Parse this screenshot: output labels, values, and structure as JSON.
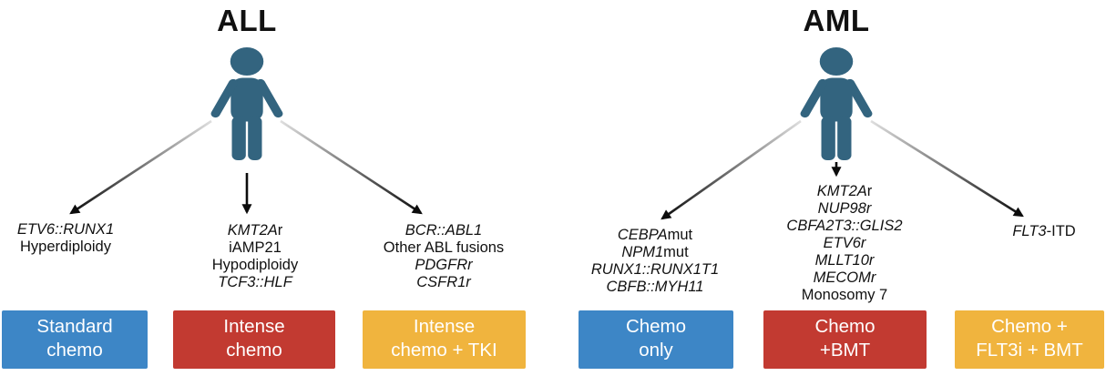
{
  "colors": {
    "blue": "#3d86c6",
    "red": "#c23a31",
    "yellow": "#f0b43e",
    "figure": "#33647f",
    "text": "#111111",
    "box_text": "#ffffff"
  },
  "sections": [
    {
      "id": "all",
      "title": "ALL",
      "person_icon": "patient-figure-icon",
      "columns": [
        {
          "genes": [
            [
              {
                "t": "ETV6::RUNX1",
                "i": true
              }
            ],
            [
              {
                "t": "Hyperdiploidy",
                "i": false
              }
            ]
          ],
          "box": {
            "color": "blue",
            "lines": [
              "Standard",
              "chemo"
            ]
          }
        },
        {
          "genes": [
            [
              {
                "t": "KMT2A",
                "i": true
              },
              {
                "t": "r",
                "i": false
              }
            ],
            [
              {
                "t": "iAMP21",
                "i": false
              }
            ],
            [
              {
                "t": "Hypodiploidy",
                "i": false
              }
            ],
            [
              {
                "t": "TCF3::HLF",
                "i": true
              }
            ]
          ],
          "box": {
            "color": "red",
            "lines": [
              "Intense",
              "chemo"
            ]
          }
        },
        {
          "genes": [
            [
              {
                "t": "BCR::ABL1",
                "i": true
              }
            ],
            [
              {
                "t": "Other ABL fusions",
                "i": false
              }
            ],
            [
              {
                "t": "PDGFRr",
                "i": true
              }
            ],
            [
              {
                "t": "CSFR1r",
                "i": true
              }
            ]
          ],
          "box": {
            "color": "yellow",
            "lines": [
              "Intense",
              "chemo + TKI"
            ]
          }
        }
      ]
    },
    {
      "id": "aml",
      "title": "AML",
      "person_icon": "patient-figure-icon",
      "columns": [
        {
          "genes": [
            [
              {
                "t": "CEBPA",
                "i": true
              },
              {
                "t": "mut",
                "i": false
              }
            ],
            [
              {
                "t": "NPM1",
                "i": true
              },
              {
                "t": "mut",
                "i": false
              }
            ],
            [
              {
                "t": "RUNX1::RUNX1T1",
                "i": true
              }
            ],
            [
              {
                "t": "CBFB::MYH11",
                "i": true
              }
            ]
          ],
          "box": {
            "color": "blue",
            "lines": [
              "Chemo",
              "only"
            ]
          }
        },
        {
          "genes": [
            [
              {
                "t": "KMT2A",
                "i": true
              },
              {
                "t": "r",
                "i": false
              }
            ],
            [
              {
                "t": "NUP98r",
                "i": true
              }
            ],
            [
              {
                "t": "CBFA2T3::GLIS2",
                "i": true
              }
            ],
            [
              {
                "t": "ETV6r",
                "i": true
              }
            ],
            [
              {
                "t": "MLLT10r",
                "i": true
              }
            ],
            [
              {
                "t": "MECOMr",
                "i": true
              }
            ],
            [
              {
                "t": "Monosomy 7",
                "i": false
              }
            ]
          ],
          "box": {
            "color": "red",
            "lines": [
              "Chemo",
              "+BMT"
            ]
          }
        },
        {
          "genes": [
            [
              {
                "t": "FLT3",
                "i": true
              },
              {
                "t": "-ITD",
                "i": false
              }
            ]
          ],
          "box": {
            "color": "yellow",
            "lines": [
              "Chemo +",
              "FLT3i + BMT"
            ]
          }
        }
      ]
    }
  ]
}
